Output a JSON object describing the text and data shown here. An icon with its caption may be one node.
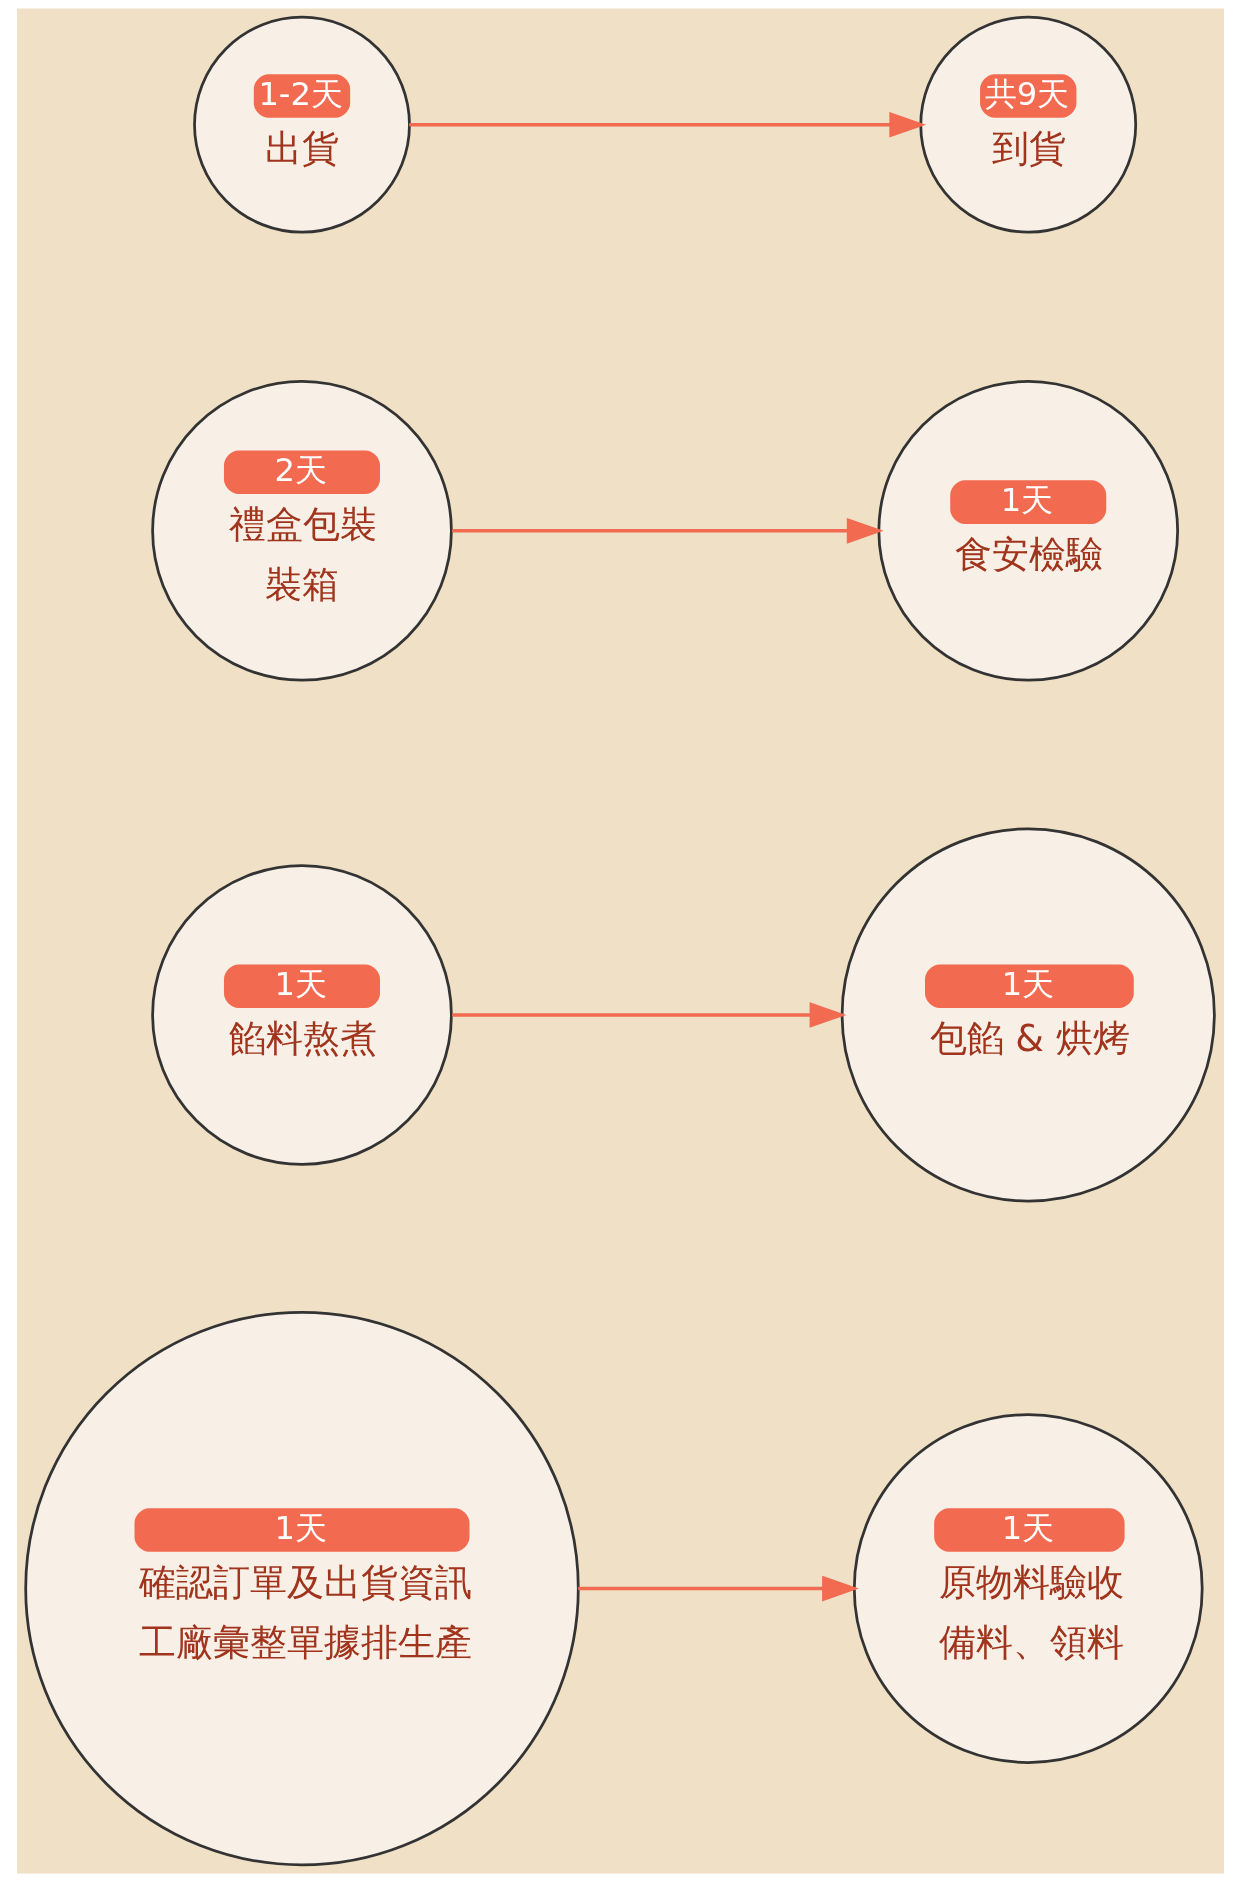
{
  "diagram": {
    "nodes": [
      {
        "text": [
          "1天",
          "確認訂單及出貨資訊",
          "工廠彙整單據排生產"
        ]
      },
      {
        "text": [
          "1天",
          "原物料驗收",
          "備料、領料"
        ]
      },
      {
        "text": [
          "1天",
          "餡料熬煮"
        ]
      },
      {
        "text": [
          "1天",
          "包餡 & 烘烤"
        ]
      },
      {
        "text": [
          "2天",
          "禮盒包裝",
          "裝箱"
        ]
      },
      {
        "text": [
          "1天",
          "食安檢驗"
        ]
      },
      {
        "text": [
          "1-2天",
          "出貨"
        ]
      },
      {
        "text": [
          "共9天",
          "到貨"
        ]
      }
    ],
    "edges": [
      {
        "from": 0,
        "to": 1,
        "arrow": "to"
      },
      {
        "from": 2,
        "to": 3,
        "arrow": "to"
      },
      {
        "from": 4,
        "to": 5,
        "arrow": "to"
      },
      {
        "from": 6,
        "to": 7,
        "arrow": "to"
      }
    ]
  }
}
